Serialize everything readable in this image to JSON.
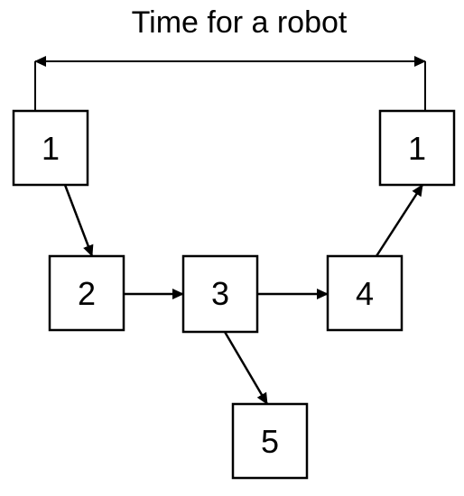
{
  "title": "Time for a robot",
  "colors": {
    "stroke": "#000000",
    "background": "#ffffff"
  },
  "nodes": [
    {
      "id": "n1a",
      "label": "1"
    },
    {
      "id": "n2",
      "label": "2"
    },
    {
      "id": "n3",
      "label": "3"
    },
    {
      "id": "n4",
      "label": "4"
    },
    {
      "id": "n1b",
      "label": "1"
    },
    {
      "id": "n5",
      "label": "5"
    }
  ],
  "edges": [
    {
      "from": "n1a",
      "to": "n2"
    },
    {
      "from": "n2",
      "to": "n3"
    },
    {
      "from": "n3",
      "to": "n4"
    },
    {
      "from": "n4",
      "to": "n1b"
    },
    {
      "from": "n3",
      "to": "n5"
    }
  ],
  "span": {
    "from": "n1a",
    "to": "n1b",
    "double_headed": true
  }
}
